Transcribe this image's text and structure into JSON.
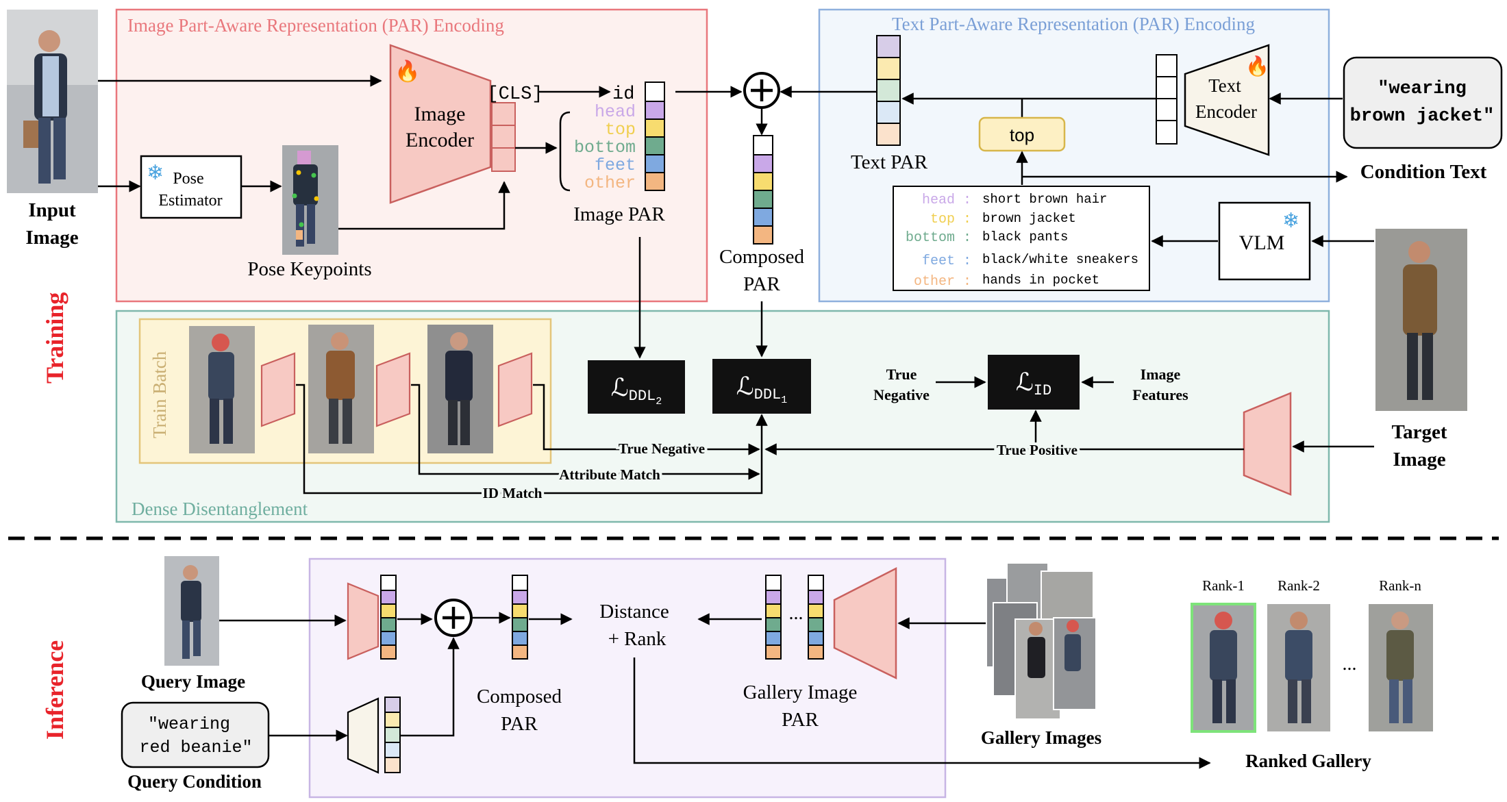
{
  "colors": {
    "red_region": "#e9777c",
    "red_fill": "#fdf1ef",
    "blue_region": "#8fb0dd",
    "blue_fill": "#f2f7fc",
    "green_region": "#7fb8ac",
    "green_fill": "#f1f8f4",
    "yellow_region": "#e3c57a",
    "yellow_fill": "#fdf4d6",
    "purple_region": "#c7b5e4",
    "purple_fill": "#f7f2fc",
    "encoder_pink": "#f7c9c3",
    "encoder_pink_stroke": "#c9605e",
    "encoder_cream": "#f8f4ea",
    "part_head": "#c9a8e8",
    "part_top": "#f7dc6f",
    "part_bottom": "#6fab8e",
    "part_feet": "#7fa9e0",
    "part_other": "#f3b681",
    "section_label": "#e8232a"
  },
  "icons": {
    "fire": "fire-icon",
    "frozen": "snowflake-icon",
    "compose": "circle-plus-icon"
  },
  "sections": {
    "training": "Training",
    "inference": "Inference"
  },
  "regions": {
    "image_par": "Image Part-Aware Representation (PAR) Encoding",
    "text_par": "Text Part-Aware Representation (PAR) Encoding",
    "dense": "Dense Disentanglement",
    "train_batch": "Train Batch"
  },
  "training": {
    "input_image_line1": "Input",
    "input_image_line2": "Image",
    "pose_estimator_line1": "Pose",
    "pose_estimator_line2": "Estimator",
    "pose_keypoints": "Pose Keypoints",
    "image_encoder_line1": "Image",
    "image_encoder_line2": "Encoder",
    "cls": "[CLS]",
    "id": "id",
    "parts": [
      "head",
      "top",
      "bottom",
      "feet",
      "other"
    ],
    "image_par_label": "Image PAR",
    "composed_par_line1": "Composed",
    "composed_par_line2": "PAR",
    "text_par_label": "Text PAR",
    "text_encoder_line1": "Text",
    "text_encoder_line2": "Encoder",
    "top_token": "top",
    "condition_box_line1": "\"wearing",
    "condition_box_line2": "brown jacket\"",
    "condition_text": "Condition Text",
    "vlm": "VLM",
    "attributes": [
      {
        "part": "head :",
        "value": "short brown hair"
      },
      {
        "part": "top :",
        "value": "brown jacket"
      },
      {
        "part": "bottom :",
        "value": "black pants"
      },
      {
        "part": "feet :",
        "value": "black/white sneakers"
      },
      {
        "part": "other :",
        "value": "hands in pocket"
      }
    ],
    "target_image_line1": "Target",
    "target_image_line2": "Image",
    "loss_ddl2_main": "ℒ",
    "loss_ddl2_sub": "DDL",
    "loss_ddl2_subsub": "2",
    "loss_ddl1_main": "ℒ",
    "loss_ddl1_sub": "DDL",
    "loss_ddl1_subsub": "1",
    "loss_id_main": "ℒ",
    "loss_id_sub": "ID",
    "true_negative_left_line1": "True",
    "true_negative_left_line2": "Negative",
    "image_features_line1": "Image",
    "image_features_line2": "Features",
    "true_negative": "True Negative",
    "attribute_match": "Attribute Match",
    "id_match": "ID Match",
    "true_positive": "True Positive"
  },
  "inference": {
    "query_image": "Query Image",
    "query_condition": "Query Condition",
    "query_box_line1": "\"wearing",
    "query_box_line2": "red beanie\"",
    "composed_par_line1": "Composed",
    "composed_par_line2": "PAR",
    "distance_line1": "Distance",
    "distance_line2": "+ Rank",
    "ellipsis": "...",
    "gallery_par_line1": "Gallery Image",
    "gallery_par_line2": "PAR",
    "gallery_images": "Gallery Images",
    "rank_1": "Rank-1",
    "rank_2": "Rank-2",
    "rank_n": "Rank-n",
    "rank_ellipsis": "...",
    "ranked_gallery": "Ranked Gallery"
  }
}
